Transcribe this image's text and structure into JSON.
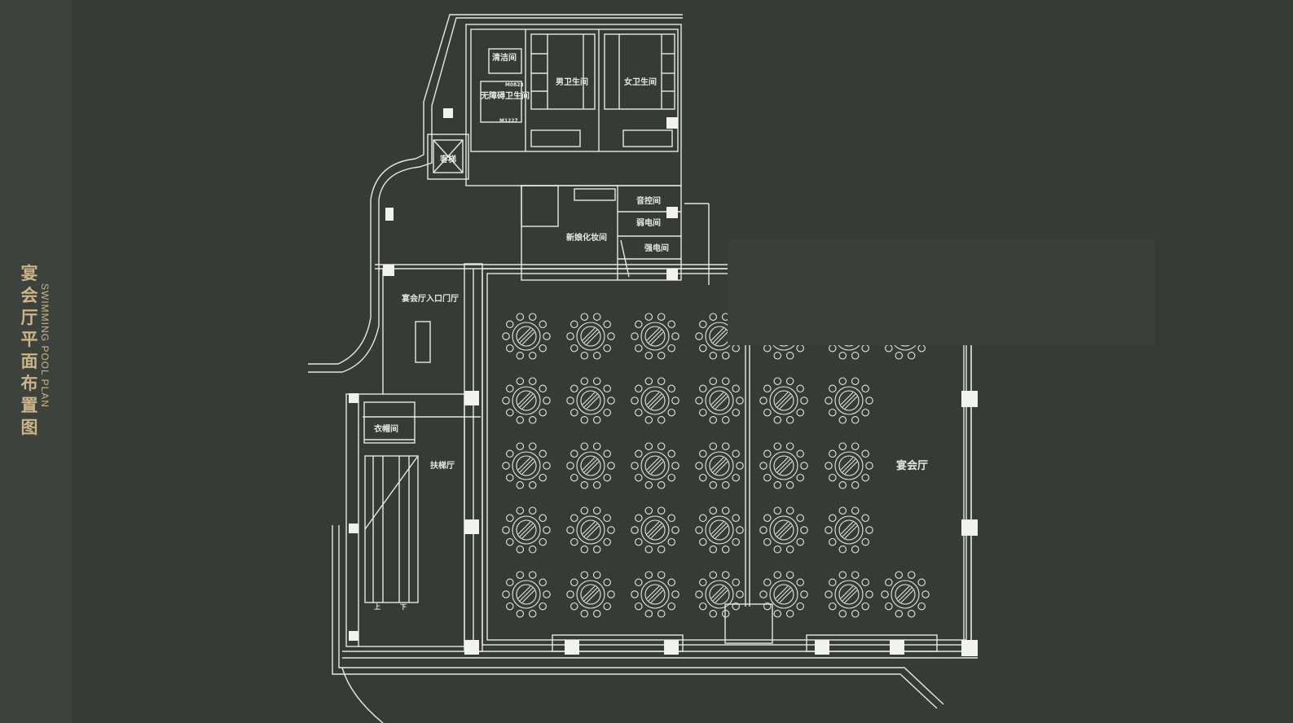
{
  "title": {
    "chinese": "宴会厅平面布置图",
    "english": "SWIMMING POOL PLAN"
  },
  "rooms": {
    "cleaning": "清洁间",
    "accessible_wc": "无障碍卫生间",
    "mens_wc": "男卫生间",
    "womens_wc": "女卫生间",
    "guest_elevator": "客梯",
    "sound_control": "音控间",
    "weak_current": "弱电间",
    "strong_current": "强电间",
    "bridal_dressing": "新娘化妆间",
    "entrance_lobby": "宴会厅入口门厅",
    "cloakroom": "衣帽间",
    "escalator_hall": "扶梯厅",
    "banquet_hall": "宴会厅",
    "escalator_up": "上",
    "escalator_down": "下",
    "door_code_1": "M0823",
    "door_code_2": "M1227"
  },
  "colors": {
    "background": "#363b35",
    "sidebar": "#3d423c",
    "lines": "#e8e8e2",
    "title": "#cbb48a"
  }
}
